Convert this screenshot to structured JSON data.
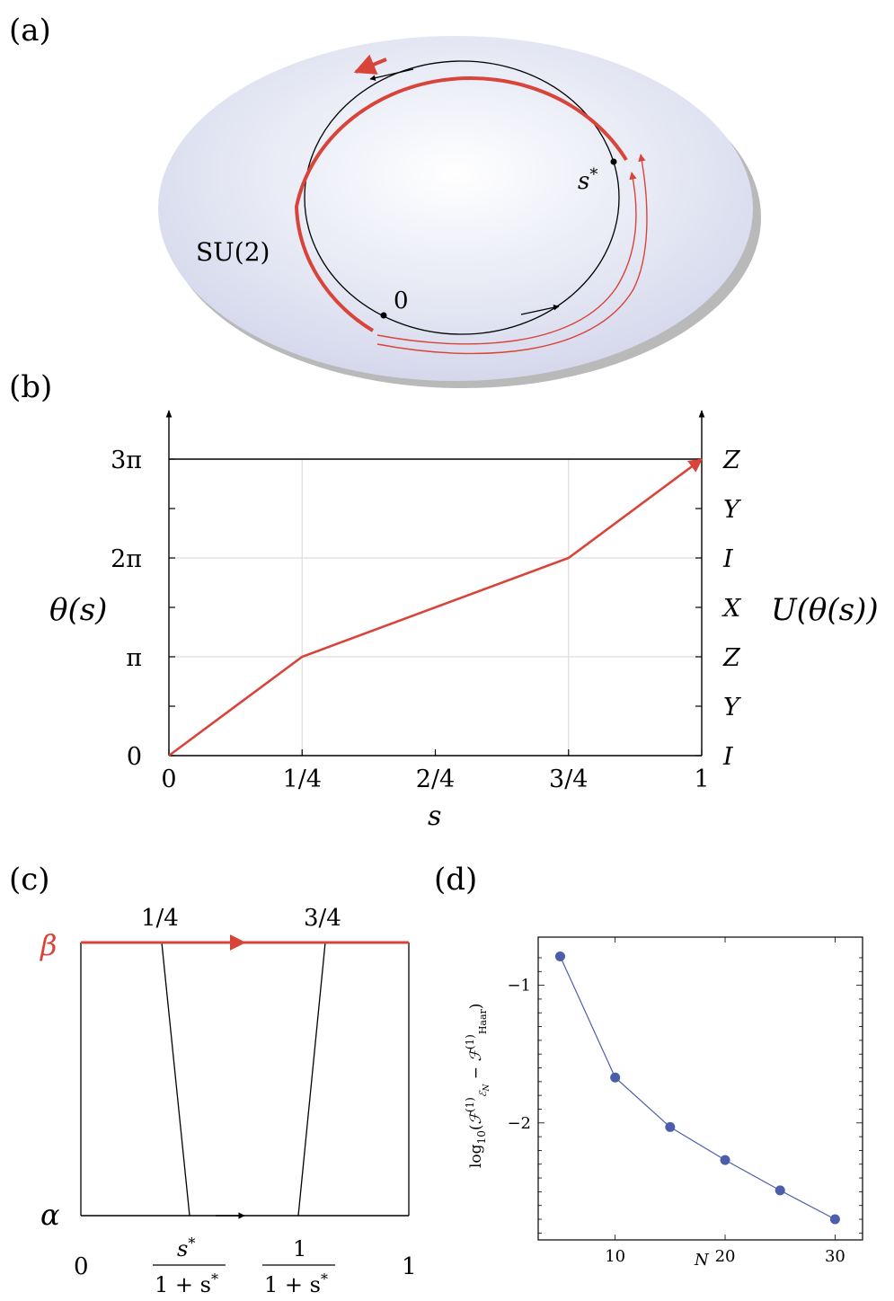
{
  "panel_a": {
    "label": "(a)",
    "group_label": "SU(2)",
    "point_start": "0",
    "point_sstar": "s",
    "point_sstar_sup": "*"
  },
  "panel_b": {
    "label": "(b)",
    "ylabel_left": "θ(s)",
    "ylabel_right": "U(θ(s))",
    "xlabel": "s",
    "chart_data": {
      "type": "line",
      "x_ticks": [
        "0",
        "1/4",
        "2/4",
        "3/4",
        "1"
      ],
      "y_ticks": [
        "0",
        "π",
        "2π",
        "3π"
      ],
      "right_ticks": [
        "I",
        "Y",
        "Z",
        "X",
        "I",
        "Y",
        "Z"
      ],
      "xlim": [
        0,
        1
      ],
      "ylim_in_pi": [
        0,
        3
      ],
      "series": [
        {
          "x": [
            0,
            0.25,
            0.75,
            1
          ],
          "y_in_pi": [
            0,
            1,
            2,
            3
          ]
        }
      ]
    }
  },
  "panel_c": {
    "label": "(c)",
    "top_label": "β",
    "bottom_label": "α",
    "top_tick_1": "1/4",
    "top_tick_2": "3/4",
    "bottom_left": "0",
    "bottom_right": "1",
    "frac1_num": "s",
    "frac1_num_sup": "*",
    "frac1_den": "1 + s",
    "frac1_den_sup": "*",
    "frac2_num": "1",
    "frac2_den": "1 + s",
    "frac2_den_sup": "*"
  },
  "panel_d": {
    "label": "(d)",
    "xlabel": "N",
    "ylabel": "log10(F(1)EN − F(1)Haar)",
    "chart_data": {
      "type": "line",
      "x": [
        5,
        10,
        15,
        20,
        25,
        30
      ],
      "y": [
        -0.79,
        -1.67,
        -2.03,
        -2.27,
        -2.49,
        -2.7
      ],
      "x_ticks": [
        "10",
        "20",
        "30"
      ],
      "y_ticks": [
        "−1",
        "−2"
      ],
      "xlim": [
        3,
        32.5
      ],
      "ylim": [
        -2.85,
        -0.65
      ],
      "color": "#4a5eaa"
    }
  }
}
